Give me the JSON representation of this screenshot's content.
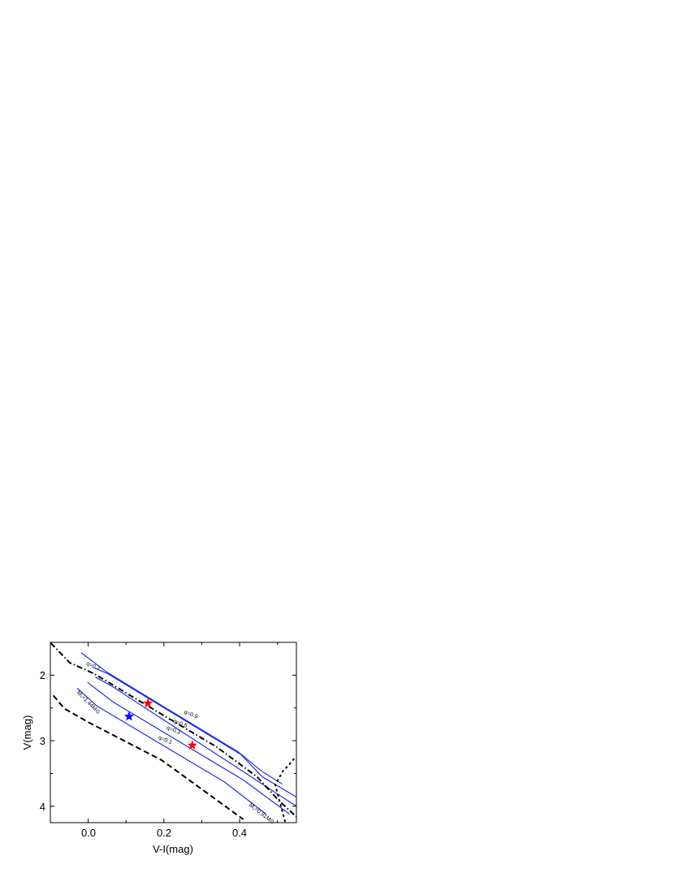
{
  "chart_data": {
    "type": "line",
    "xlabel": "V-I(mag)",
    "ylabel": "V(mag)",
    "xlim": [
      -0.1,
      0.55
    ],
    "ylim": [
      4.25,
      1.5
    ],
    "y_inverted": true,
    "grid": false,
    "xticks": [
      "0.0",
      "0.2",
      "0.4"
    ],
    "xtick_values": [
      0.0,
      0.2,
      0.4
    ],
    "yticks": [
      "2",
      "3",
      "4"
    ],
    "ytick_values": [
      2,
      3,
      4
    ],
    "series": [
      {
        "name": "q=0.9",
        "color": "#1f2fe0",
        "style": "solid",
        "x": [
          -0.018,
          0.048,
          0.396,
          0.457,
          0.512
        ],
        "y": [
          1.66,
          1.95,
          3.17,
          3.46,
          3.66
        ]
      },
      {
        "name": "q=0.7",
        "color": "#1f2fe0",
        "style": "solid",
        "x": [
          0.017,
          0.052,
          0.403,
          0.46,
          0.55
        ],
        "y": [
          1.89,
          1.98,
          3.21,
          3.55,
          3.86
        ]
      },
      {
        "name": "q=0.5",
        "color": "#1f2fe0",
        "style": "solid",
        "x": [
          0.019,
          0.06,
          0.396,
          0.47,
          0.55
        ],
        "y": [
          2.03,
          2.16,
          3.42,
          3.7,
          4.0
        ]
      },
      {
        "name": "q=0.3",
        "color": "#1f2fe0",
        "style": "solid",
        "x": [
          -0.002,
          0.066,
          0.41,
          0.532
        ],
        "y": [
          2.11,
          2.41,
          3.6,
          4.12
        ]
      },
      {
        "name": "q=0.1",
        "color": "#1f2fe0",
        "style": "solid",
        "x": [
          -0.029,
          0.023,
          0.36,
          0.47
        ],
        "y": [
          2.2,
          2.47,
          3.63,
          4.12
        ]
      },
      {
        "color": "#000000",
        "style": "dashdot",
        "x": [
          -0.099,
          -0.049,
          0.016,
          0.195,
          0.338,
          0.446,
          0.503,
          0.55
        ],
        "y": [
          1.51,
          1.81,
          1.98,
          2.6,
          3.09,
          3.55,
          3.91,
          4.16
        ]
      },
      {
        "color": "#000000",
        "style": "dashed",
        "x": [
          -0.092,
          -0.063,
          0.001,
          0.195,
          0.41
        ],
        "y": [
          2.31,
          2.51,
          2.72,
          3.3,
          4.2
        ]
      },
      {
        "color": "#000000",
        "style": "dotted",
        "x": [
          0.52,
          0.494,
          0.515,
          0.53,
          0.543
        ],
        "y": [
          4.23,
          3.67,
          3.46,
          3.37,
          3.28
        ]
      }
    ],
    "points": [
      {
        "x": 0.158,
        "y": 2.43,
        "marker": "star",
        "color": "#ff0000"
      },
      {
        "x": 0.275,
        "y": 3.07,
        "marker": "star",
        "color": "#ff0000"
      },
      {
        "x": 0.108,
        "y": 2.63,
        "marker": "star",
        "color": "#0000ff"
      }
    ],
    "annotations": [
      {
        "text": "q=0.7",
        "x": -0.006,
        "y": 1.84,
        "angle": 25
      },
      {
        "text": "q=0.9",
        "x": 0.252,
        "y": 2.58,
        "angle": 22
      },
      {
        "text": "q=0.5",
        "x": 0.224,
        "y": 2.72,
        "angle": 22
      },
      {
        "text": "q=0.3",
        "x": 0.206,
        "y": 2.82,
        "angle": 22
      },
      {
        "text": "q=0.1",
        "x": 0.184,
        "y": 2.97,
        "angle": 22
      },
      {
        "text": "M₁=1.44M⊙",
        "x": -0.031,
        "y": 2.27,
        "angle": 45
      },
      {
        "text": "M₁=0.91M⊙",
        "x": 0.424,
        "y": 3.99,
        "angle": 38
      }
    ]
  }
}
